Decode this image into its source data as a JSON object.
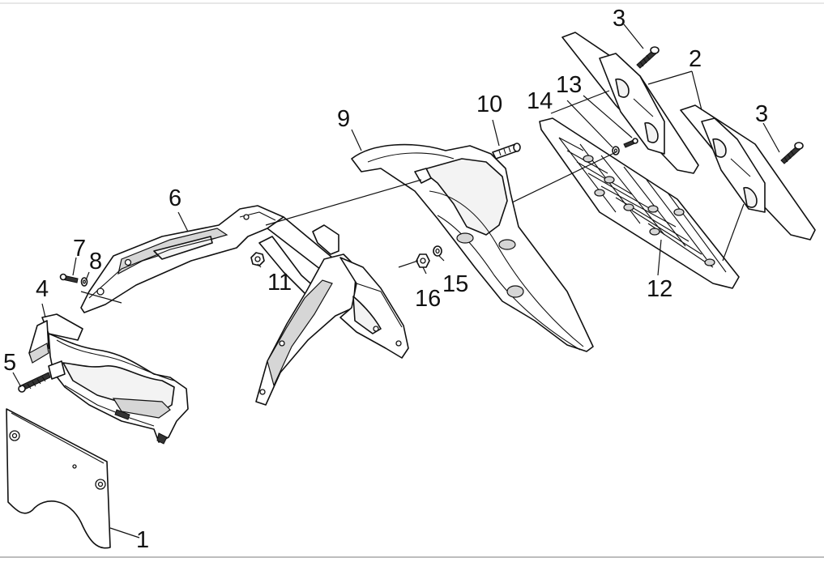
{
  "diagram": {
    "callouts": [
      {
        "id": "1",
        "label": "1"
      },
      {
        "id": "2",
        "label": "2"
      },
      {
        "id": "3a",
        "label": "3"
      },
      {
        "id": "3b",
        "label": "3"
      },
      {
        "id": "4",
        "label": "4"
      },
      {
        "id": "5",
        "label": "5"
      },
      {
        "id": "6",
        "label": "6"
      },
      {
        "id": "7",
        "label": "7"
      },
      {
        "id": "8",
        "label": "8"
      },
      {
        "id": "9",
        "label": "9"
      },
      {
        "id": "10",
        "label": "10"
      },
      {
        "id": "11",
        "label": "11"
      },
      {
        "id": "12",
        "label": "12"
      },
      {
        "id": "13",
        "label": "13"
      },
      {
        "id": "14",
        "label": "14"
      },
      {
        "id": "15",
        "label": "15"
      },
      {
        "id": "16",
        "label": "16"
      }
    ]
  }
}
